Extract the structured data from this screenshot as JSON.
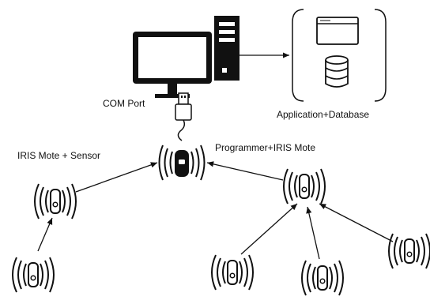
{
  "labels": {
    "com_port": "COM Port",
    "application_database": "Application+Database",
    "iris_mote_sensor": "IRIS Mote + Sensor",
    "programmer_iris_mote": "Programmer+IRIS Mote"
  },
  "icons": {
    "computer": "desktop-computer-icon",
    "app_window": "application-window-icon",
    "database": "database-icon",
    "usb": "usb-plug-icon",
    "mote": "wireless-mote-icon"
  },
  "colors": {
    "stroke": "#111111",
    "fill_black": "#111111",
    "background": "#ffffff"
  }
}
